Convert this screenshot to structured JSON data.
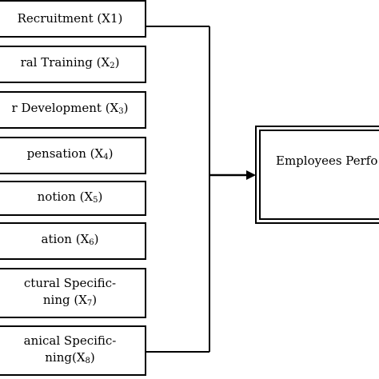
{
  "inputs": [
    {
      "lines": [
        "Recruitment (X1)"
      ],
      "sub": ""
    },
    {
      "lines": [
        "ral Training (X"
      ],
      "sub": "2",
      "tail": ")"
    },
    {
      "lines": [
        "r Development (X"
      ],
      "sub": "3",
      "tail": ")"
    },
    {
      "lines": [
        "pensation (X"
      ],
      "sub": "4",
      "tail": ")"
    },
    {
      "lines": [
        "notion (X"
      ],
      "sub": "5",
      "tail": ")"
    },
    {
      "lines": [
        "ation (X"
      ],
      "sub": "6",
      "tail": ")"
    },
    {
      "lines": [
        "ctural Specific-",
        "ning (X"
      ],
      "sub": "7",
      "tail": ")"
    },
    {
      "lines": [
        "anical Specific-",
        "ning(X"
      ],
      "sub": "8",
      "tail": ")"
    }
  ],
  "outcome": {
    "label": "Employees Perfo"
  }
}
